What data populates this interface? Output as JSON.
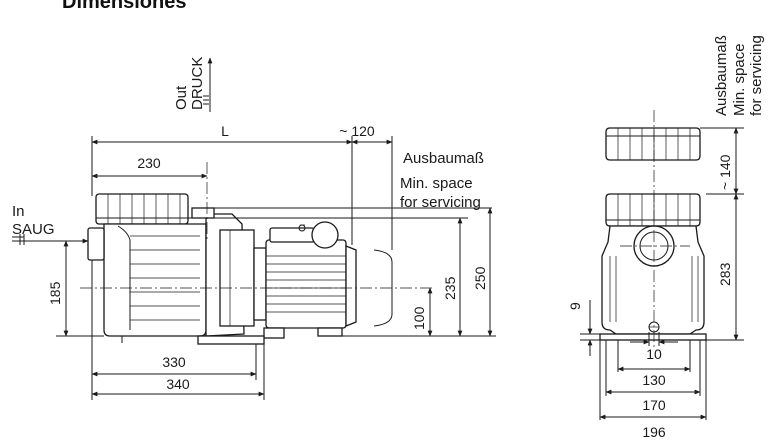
{
  "heading": "Dimensiones",
  "flow": {
    "out_en": "Out",
    "out_de": "DRUCK",
    "in_en": "In",
    "in_de": "SAUG"
  },
  "servicing": {
    "de": "Ausbaumaß",
    "en_line1": "Min. space",
    "en_line2": "for servicing"
  },
  "side_view": {
    "length": "L",
    "clearance": "~ 120",
    "head_offset": "230",
    "inlet_height": "185",
    "motor_axis": "100",
    "outlet_height": "235",
    "total_height": "250",
    "foot_spacing": "330",
    "total_length": "340"
  },
  "front_view": {
    "clearance": "~ 140",
    "height": "283",
    "foot": "9",
    "bolt": "10",
    "base_inner": "130",
    "base_mid": "170",
    "total_width": "196"
  }
}
